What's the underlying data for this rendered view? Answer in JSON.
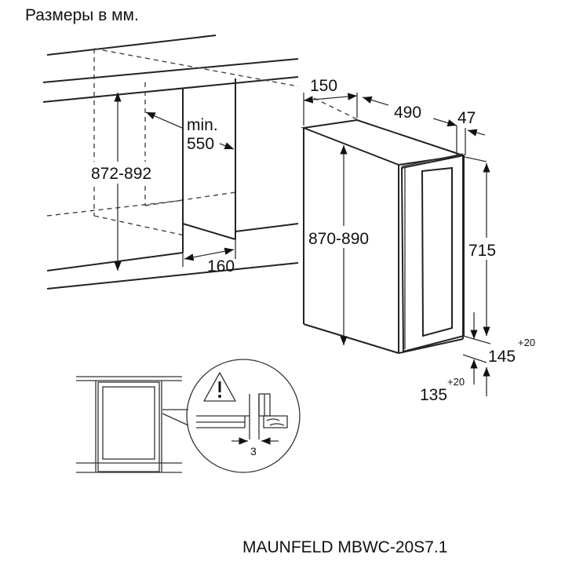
{
  "header": {
    "title": "Размеры в мм."
  },
  "niche": {
    "height_label": "872-892",
    "min_label_line1": "min.",
    "min_label_line2": "550",
    "side_label": "160"
  },
  "appliance": {
    "offset_label": "150",
    "depth_label": "490",
    "door_label": "47",
    "height_label": "870-890",
    "door_height_label": "715",
    "gap_top_label": "145",
    "gap_top_tol": "+20",
    "gap_bottom_label": "135",
    "gap_bottom_tol": "+20"
  },
  "detail": {
    "gap_label": "3",
    "warning_icon": "warning-triangle-icon"
  },
  "footer": {
    "model": "MAUNFELD MBWC-20S7.1"
  }
}
